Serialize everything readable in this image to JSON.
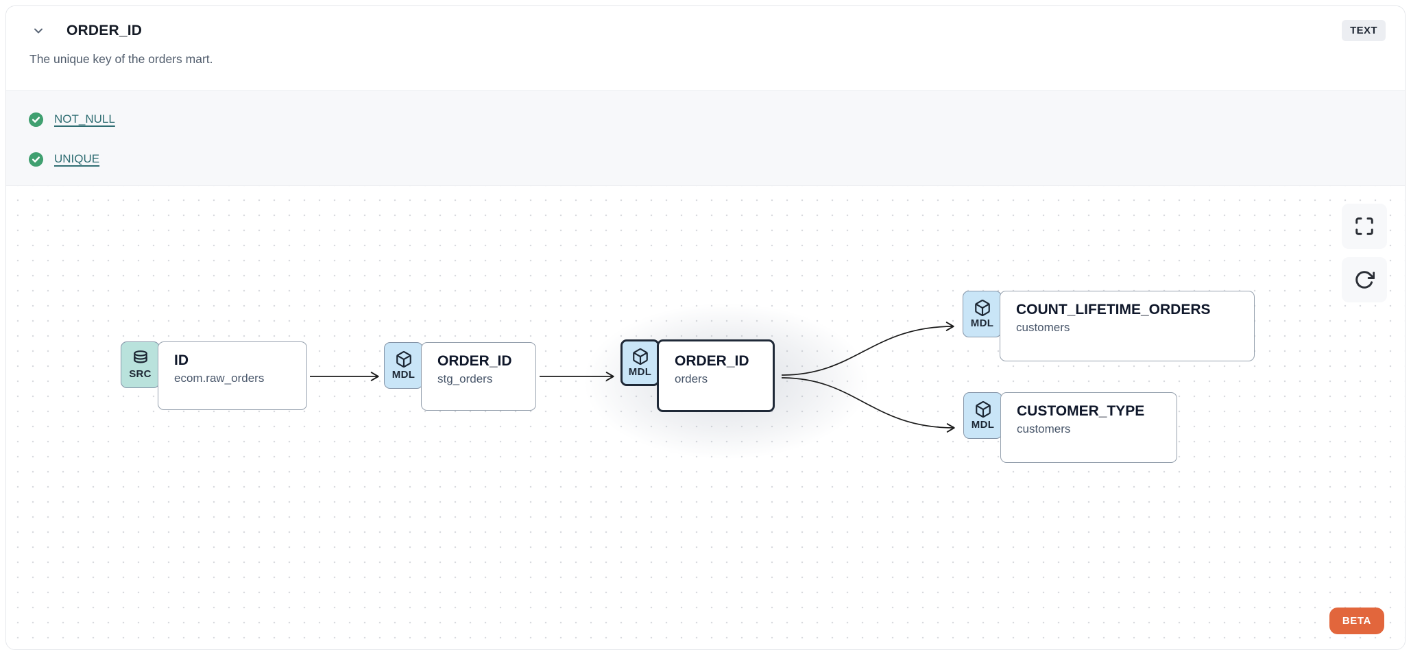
{
  "header": {
    "title": "ORDER_ID",
    "type_badge": "TEXT",
    "description": "The unique key of the orders mart.",
    "collapse_icon": "chevron-down-icon"
  },
  "tests": {
    "items": [
      {
        "label": "NOT_NULL",
        "status": "pass",
        "status_icon": "check-circle-icon"
      },
      {
        "label": "UNIQUE",
        "status": "pass",
        "status_icon": "check-circle-icon"
      }
    ]
  },
  "lineage": {
    "nodes": [
      {
        "kind": "SRC",
        "icon": "database-icon",
        "title": "ID",
        "subtitle": "ecom.raw_orders",
        "selected": false
      },
      {
        "kind": "MDL",
        "icon": "cube-icon",
        "title": "ORDER_ID",
        "subtitle": "stg_orders",
        "selected": false
      },
      {
        "kind": "MDL",
        "icon": "cube-icon",
        "title": "ORDER_ID",
        "subtitle": "orders",
        "selected": true
      },
      {
        "kind": "MDL",
        "icon": "cube-icon",
        "title": "COUNT_LIFETIME_ORDERS",
        "subtitle": "customers",
        "selected": false
      },
      {
        "kind": "MDL",
        "icon": "cube-icon",
        "title": "CUSTOMER_TYPE",
        "subtitle": "customers",
        "selected": false
      }
    ],
    "edges": [
      {
        "from": "ID (ecom.raw_orders)",
        "to": "ORDER_ID (stg_orders)"
      },
      {
        "from": "ORDER_ID (stg_orders)",
        "to": "ORDER_ID (orders)"
      },
      {
        "from": "ORDER_ID (orders)",
        "to": "COUNT_LIFETIME_ORDERS (customers)"
      },
      {
        "from": "ORDER_ID (orders)",
        "to": "CUSTOMER_TYPE (customers)"
      }
    ],
    "controls": {
      "fullscreen_icon": "fullscreen-icon",
      "refresh_icon": "refresh-icon"
    },
    "beta_label": "BETA"
  },
  "colors": {
    "src_badge_bg": "#b9e2dc",
    "mdl_badge_bg": "#c9e5f7",
    "ink": "#1c2633",
    "test_link": "#2f6d72",
    "check_green": "#40a070",
    "beta_orange": "#e2663c"
  }
}
